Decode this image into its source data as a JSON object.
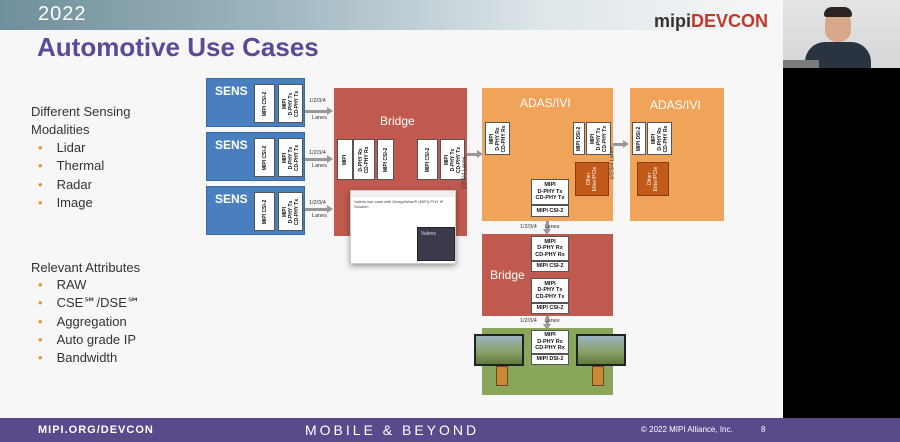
{
  "header": {
    "year": "2022",
    "logo_prefix": "mipi",
    "logo_brand": "DEVCON",
    "title": "Automotive Use Cases"
  },
  "left_panel": {
    "sensing_heading_line1": "Different Sensing",
    "sensing_heading_line2": "Modalities",
    "sensing_items": [
      "Lidar",
      "Thermal",
      "Radar",
      "Image"
    ],
    "attributes_heading": "Relevant Attributes",
    "attribute_items": [
      "RAW",
      "CSE℠/DSE℠",
      "Aggregation",
      "Auto grade IP",
      "Bandwidth"
    ]
  },
  "diagram": {
    "sens_label": "SENS",
    "mipi_csi2": "MIPI CSI-2",
    "dphy_tx_lines": [
      "MIPI",
      "D-PHY Tx",
      "CD-PHY Tx"
    ],
    "dphy_rx_lines": [
      "MIPI",
      "D-PHY Rx",
      "CD-PHY Rx"
    ],
    "lanes_short": "1/2/3/4",
    "lanes_word": "Lanes",
    "lanes_vertical": "1/2/3/4    Lanes",
    "bridge_label": "Bridge",
    "adas_label": "ADAS/IVI",
    "mipi_dsi2": "MIPI DSI-2",
    "other_ether_lines": [
      "Other",
      "Ether/PCIe"
    ],
    "popup_title": "Valens use case with DesignWare® (MIPI) PHY IP Solution",
    "popup_chip_label": "Valens"
  },
  "footer": {
    "site": "MIPI.ORG/DEVCON",
    "tagline": "MOBILE & BEYOND",
    "copyright": "© 2022 MIPI Alliance, Inc.",
    "page": "8"
  },
  "colors": {
    "sens_blue": "#4a7fbf",
    "bridge_red": "#c05a4e",
    "adas_orange": "#efa45a",
    "title_purple": "#5c4a96",
    "footer_purple": "#5a4a8c",
    "bullet_orange": "#e8953a"
  }
}
